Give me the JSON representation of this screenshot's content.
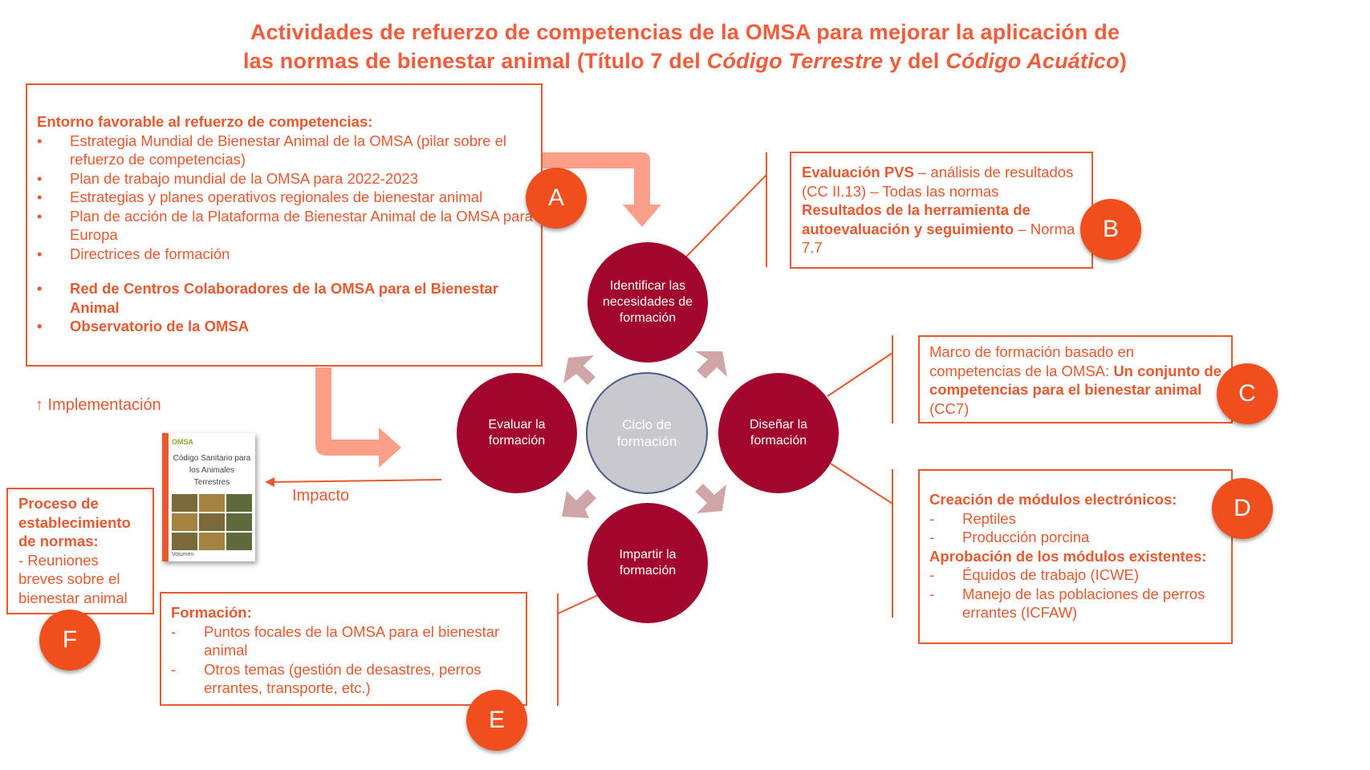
{
  "title": {
    "line1": "Actividades de refuerzo de competencias de la OMSA para mejorar la aplicación de",
    "line2_a": "las normas de bienestar animal (Título 7 del ",
    "line2_code_terrestre": "Código Terrestre",
    "line2_b": " y del ",
    "line2_code_acuatico": "Código Acuático",
    "line2_c": ")"
  },
  "box_a": {
    "heading": "Entorno favorable al refuerzo de competencias:",
    "items": [
      "Estrategia Mundial de Bienestar Animal de la OMSA (pilar sobre el refuerzo de competencias)",
      "Plan de trabajo mundial de la OMSA para 2022-2023",
      "Estrategias y planes operativos regionales de bienestar animal",
      "Plan de acción de la Plataforma de Bienestar Animal de la OMSA para Europa",
      "Directrices de formación"
    ],
    "items2": [
      "Red de Centros Colaboradores de la OMSA para el Bienestar Animal",
      "Observatorio de la OMSA"
    ],
    "bullet": "•"
  },
  "box_b": {
    "part1": "Evaluación PVS",
    "part2": " – análisis de resultados (CC II.13) – Todas las normas",
    "part3": "Resultados de la herramienta de autoevaluación y seguimiento",
    "part4": " – Norma 7.7"
  },
  "box_c": {
    "part1": "Marco de formación basado en competencias de la OMSA: ",
    "part2": "Un conjunto de competencias para el bienestar animal",
    "part3": " (CC7)"
  },
  "box_d": {
    "heading1": "Creación de módulos electrónicos:",
    "items1": [
      "Reptiles",
      "Producción porcina"
    ],
    "heading2": "Aprobación de los módulos existentes:",
    "items2": [
      "Équidos de trabajo (ICWE)",
      "Manejo de las poblaciones de perros errantes (ICFAW)"
    ],
    "dash": "-"
  },
  "box_e": {
    "heading": "Formación:",
    "items": [
      "Puntos focales de la OMSA para el bienestar animal",
      "Otros temas (gestión de desastres, perros errantes, transporte, etc.)"
    ],
    "dash": "-"
  },
  "box_f": {
    "heading": "Proceso de establecimiento de normas:",
    "body": "- Reuniones breves sobre el bienestar animal"
  },
  "badges": {
    "a": "A",
    "b": "B",
    "c": "C",
    "d": "D",
    "e": "E",
    "f": "F"
  },
  "cycle": {
    "center": "Ciclo de formación",
    "top": "Identificar las necesidades de formación",
    "right": "Diseñar la formación",
    "bottom": "Impartir la formación",
    "left": "Evaluar la formación"
  },
  "labels": {
    "implementacion": "↑ Implementación",
    "impacto": "Impacto"
  },
  "book": {
    "header": "OMSA",
    "title": "Código Sanitario para los Animales Terrestres",
    "footer": "Volumen"
  },
  "colors": {
    "orange": "#E8592F",
    "title": "#F25C3A",
    "badge": "#F04E1C",
    "cycle": "#A3062D",
    "center": "#C9C9CD",
    "arrow_light": "#FBA088",
    "cycle_arrow": "#CFA5A8"
  }
}
